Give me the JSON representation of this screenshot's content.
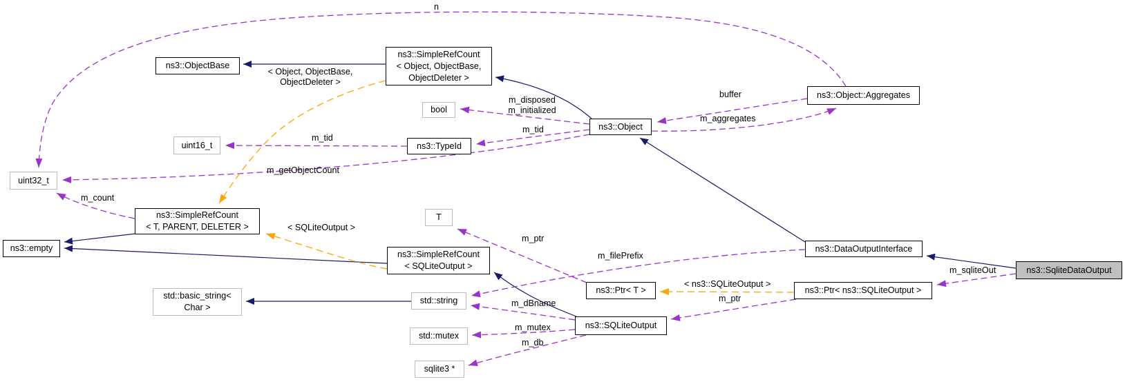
{
  "diagram": {
    "kind": "doxygen-collaboration-graph",
    "main_node": "ns3::SqliteDataOutput",
    "colors": {
      "inheritance_edge": "#191970",
      "member_edge": "#9a32cd",
      "template_edge": "#ffa500",
      "main_node_fill": "#bfbfbf",
      "node_fill": "#ffffff",
      "linked_node_border": "#000000",
      "external_node_border": "#bdbdbd"
    },
    "nodes": {
      "objectbase": {
        "label": "ns3::ObjectBase"
      },
      "simplerefcount_object": {
        "label": "ns3::SimpleRefCount\n< Object, ObjectBase,\nObjectDeleter >"
      },
      "bool_type": {
        "label": "bool"
      },
      "uint16_type": {
        "label": "uint16_t"
      },
      "typeid": {
        "label": "ns3::TypeId"
      },
      "object": {
        "label": "ns3::Object"
      },
      "aggregates": {
        "label": "ns3::Object::Aggregates"
      },
      "uint32_type": {
        "label": "uint32_t"
      },
      "simplerefcount_template": {
        "label": "ns3::SimpleRefCount\n< T, PARENT, DELETER >"
      },
      "empty": {
        "label": "ns3::empty"
      },
      "t_param": {
        "label": "T"
      },
      "simplerefcount_sqliteoutput": {
        "label": "ns3::SimpleRefCount\n< SQLiteOutput >"
      },
      "basic_string": {
        "label": "std::basic_string<\nChar >"
      },
      "string": {
        "label": "std::string"
      },
      "mutex": {
        "label": "std::mutex"
      },
      "sqlite3_ptr": {
        "label": "sqlite3 *"
      },
      "ptr_t": {
        "label": "ns3::Ptr< T >"
      },
      "ptr_sqliteoutput": {
        "label": "ns3::Ptr< ns3::SQLiteOutput >"
      },
      "sqliteoutput": {
        "label": "ns3::SQLiteOutput"
      },
      "dataoutputinterface": {
        "label": "ns3::DataOutputInterface"
      },
      "sqlitedataoutput": {
        "label": "ns3::SqliteDataOutput"
      }
    },
    "edge_labels": {
      "n": {
        "text": "n"
      },
      "template_args_object": {
        "text": "< Object, ObjectBase,\nObjectDeleter >"
      },
      "m_disposed_m_initialized": {
        "text": "m_disposed\nm_initialized"
      },
      "m_tid_object": {
        "text": "m_tid"
      },
      "m_tid_typeid": {
        "text": "m_tid"
      },
      "m_getObjectCount": {
        "text": "m_getObjectCount"
      },
      "m_count": {
        "text": "m_count"
      },
      "buffer": {
        "text": "buffer"
      },
      "m_aggregates": {
        "text": "m_aggregates"
      },
      "template_args_sqliteoutput": {
        "text": "< SQLiteOutput >"
      },
      "m_ptr_t": {
        "text": "m_ptr"
      },
      "m_filePrefix": {
        "text": "m_filePrefix"
      },
      "template_args_ns3_sqliteoutput": {
        "text": "< ns3::SQLiteOutput >"
      },
      "m_ptr_sqliteoutput": {
        "text": "m_ptr"
      },
      "m_sqliteOut": {
        "text": "m_sqliteOut"
      },
      "m_dBname": {
        "text": "m_dBname"
      },
      "m_mutex": {
        "text": "m_mutex"
      },
      "m_db": {
        "text": "m_db"
      }
    }
  }
}
